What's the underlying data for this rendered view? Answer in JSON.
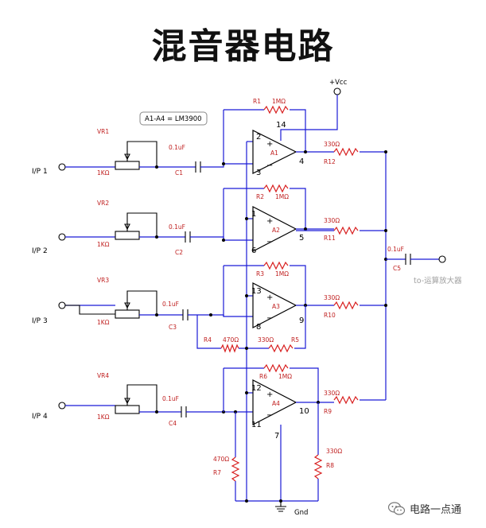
{
  "title": "混音器电路",
  "chip_note": "A1-A4 = LM3900",
  "supply": {
    "vcc": "+Vcc",
    "gnd": "Gnd"
  },
  "output_note": "to-运算放大器",
  "watermark": "电路一点通",
  "inputs": [
    {
      "label": "I/P 1",
      "pot": "VR1",
      "pot_value": "1KΩ",
      "cap": "C1",
      "cap_value": "0.1uF"
    },
    {
      "label": "I/P 2",
      "pot": "VR2",
      "pot_value": "1KΩ",
      "cap": "C2",
      "cap_value": "0.1uF"
    },
    {
      "label": "I/P 3",
      "pot": "VR3",
      "pot_value": "1KΩ",
      "cap": "C3",
      "cap_value": "0.1uF"
    },
    {
      "label": "I/P 4",
      "pot": "VR4",
      "pot_value": "1KΩ",
      "cap": "C4",
      "cap_value": "0.1uF"
    }
  ],
  "amps": [
    {
      "name": "A1",
      "pin_top": "2",
      "pin_bottom": "3",
      "pin_out": "4",
      "pin_vcc": "14",
      "fb": "R1",
      "fb_value": "1MΩ",
      "out_r": "R12",
      "out_r_value": "330Ω"
    },
    {
      "name": "A2",
      "pin_top": "1",
      "pin_bottom": "6",
      "pin_out": "5",
      "fb": "R2",
      "fb_value": "1MΩ",
      "out_r": "R11",
      "out_r_value": "330Ω"
    },
    {
      "name": "A3",
      "pin_top": "13",
      "pin_bottom": "8",
      "pin_out": "9",
      "fb": "R3",
      "fb_value": "1MΩ",
      "out_r": "R10",
      "out_r_value": "330Ω"
    },
    {
      "name": "A4",
      "pin_top": "12",
      "pin_bottom": "11",
      "pin_out": "10",
      "pin_gnd": "7",
      "fb": "R6",
      "fb_value": "1MΩ",
      "out_r": "R9",
      "out_r_value": "330Ω"
    }
  ],
  "extra": {
    "r4": "R4",
    "r4_value": "470Ω",
    "r5": "R5",
    "r5_value": "330Ω",
    "r7": "R7",
    "r7_value": "470Ω",
    "r8": "R8",
    "r8_value": "330Ω",
    "c5": "C5",
    "c5_value": "0.1uF"
  }
}
